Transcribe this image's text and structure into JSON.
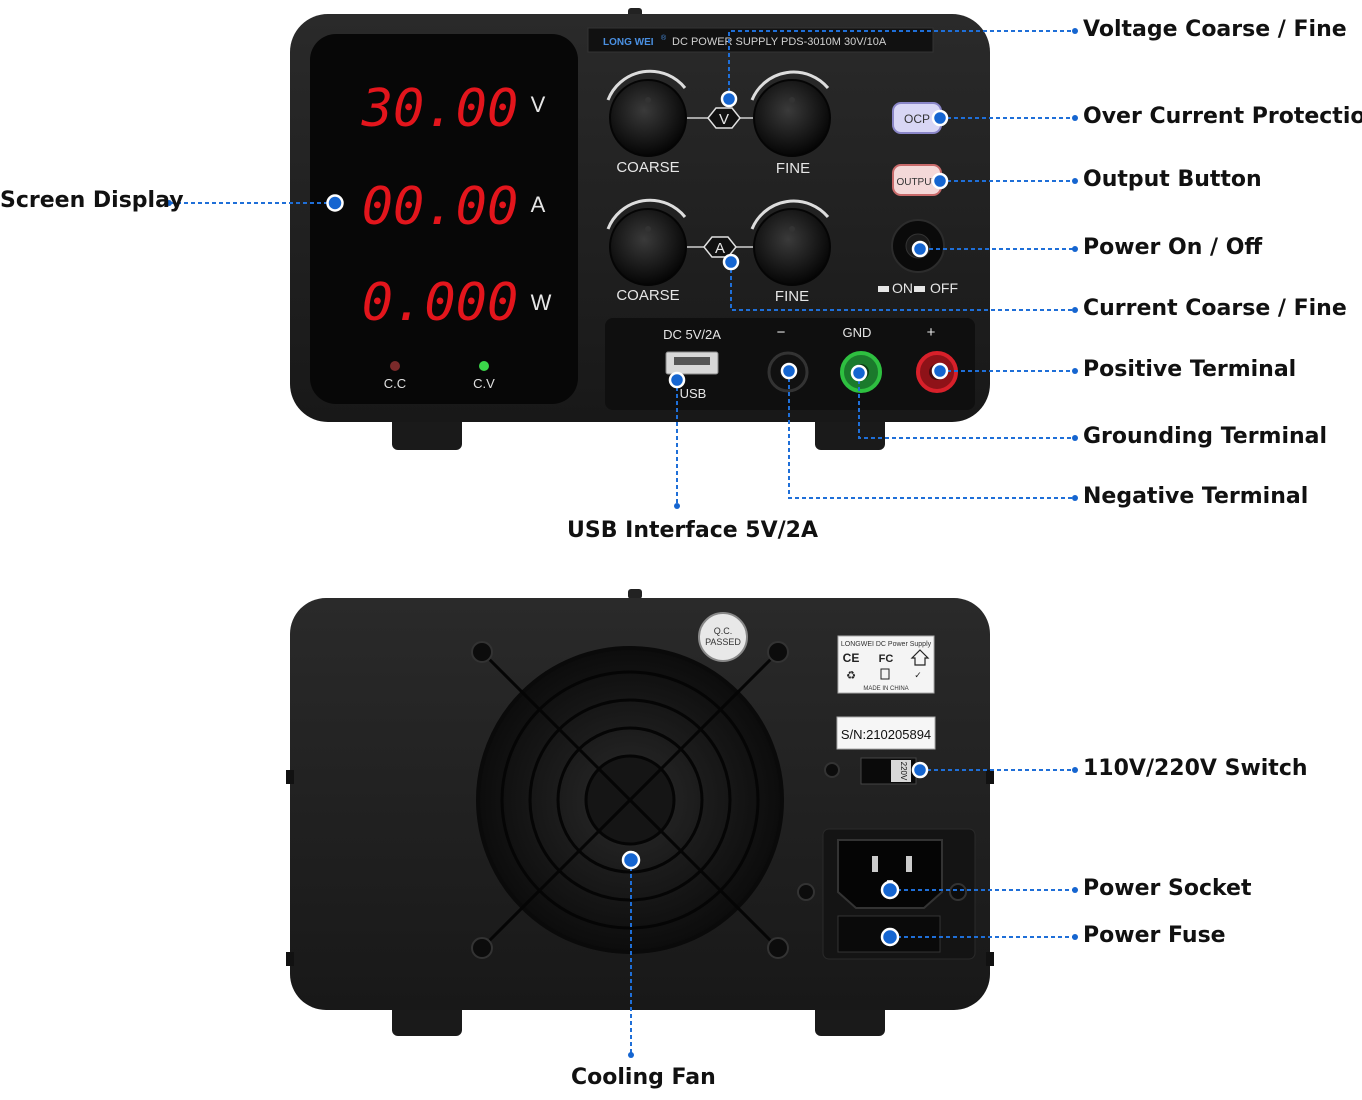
{
  "colors": {
    "leader": "#1f6fd8",
    "dot": "#1565d0",
    "casing": "#1e1e1e",
    "panel": "#121212",
    "led_red": "#e3151c",
    "led_green": "#3bd84a",
    "terminal_red": "#d8202a",
    "terminal_green": "#2ec040"
  },
  "front": {
    "brand": "LONG WEI",
    "registered": "®",
    "model_text": "DC POWER SUPPLY PDS-3010M 30V/10A",
    "display": {
      "voltage": "30.00",
      "voltage_unit": "V",
      "current": "00.00",
      "current_unit": "A",
      "power": "0.000",
      "power_unit": "W",
      "cc_label": "C.C",
      "cv_label": "C.V"
    },
    "knobs": {
      "coarse_label": "COARSE",
      "fine_label": "FINE",
      "v_badge": "V",
      "a_badge": "A"
    },
    "ocp_label": "OCP",
    "output_label": "OUTPUT",
    "switch_on_label": "ON",
    "switch_off_label": "OFF",
    "usb_rating": "DC 5V/2A",
    "usb_label": "USB",
    "minus_label": "−",
    "gnd_label": "GND",
    "plus_label": "+"
  },
  "back": {
    "qc_line1": "Q.C.",
    "qc_line2": "PASSED",
    "label_title": "LONGWEI DC Power Supply",
    "label_ce": "CE",
    "label_fc": "FC",
    "label_made": "MADE IN CHINA",
    "serial": "S/N:210205894",
    "voltage_switch": "220V"
  },
  "callouts": {
    "screen_display": "Screen Display",
    "voltage_coarse_fine": "Voltage Coarse / Fine",
    "over_current_protection": "Over Current Protection",
    "output_button": "Output Button",
    "power_on_off": "Power On / Off",
    "current_coarse_fine": "Current Coarse / Fine",
    "positive_terminal": "Positive Terminal",
    "grounding_terminal": "Grounding Terminal",
    "negative_terminal": "Negative Terminal",
    "usb_interface": "USB Interface 5V/2A",
    "voltage_switch": "110V/220V  Switch",
    "power_socket": "Power Socket",
    "power_fuse": "Power Fuse",
    "cooling_fan": "Cooling Fan"
  }
}
